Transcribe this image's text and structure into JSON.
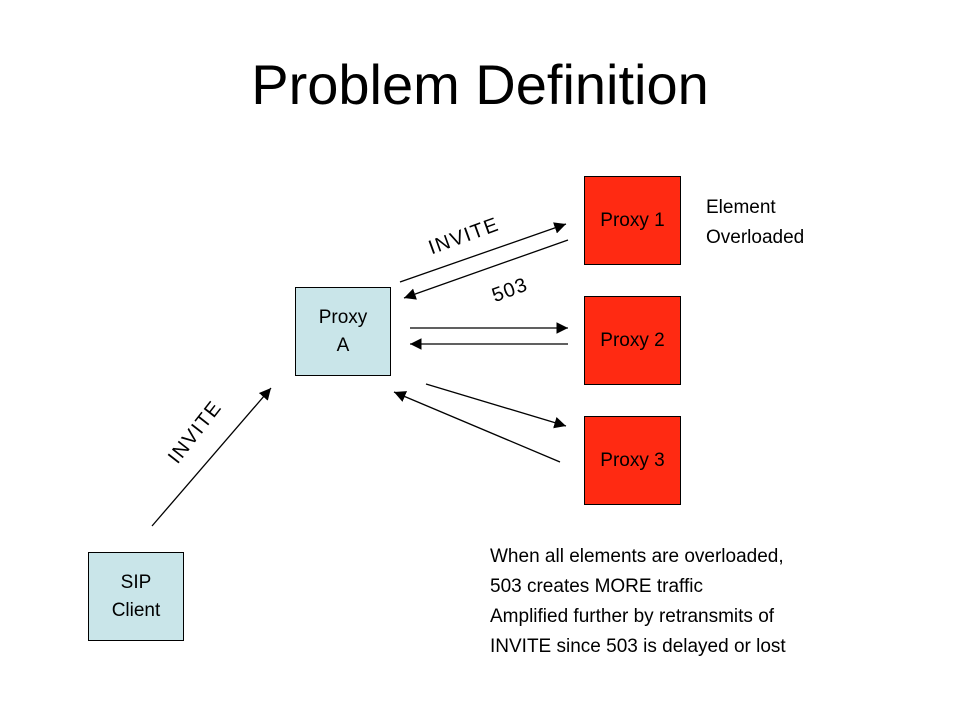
{
  "title": "Problem Definition",
  "nodes": {
    "sip_client": [
      "SIP",
      "Client"
    ],
    "proxy_a": [
      "Proxy",
      "A"
    ],
    "proxy_1": "Proxy 1",
    "proxy_2": "Proxy 2",
    "proxy_3": "Proxy 3"
  },
  "edge_labels": {
    "client_to_a": "INVITE",
    "a_to_proxy1": "INVITE",
    "proxy1_to_a": "503"
  },
  "annotation": [
    "Element",
    "Overloaded"
  ],
  "notes": [
    "When all elements are overloaded,",
    "503 creates MORE traffic",
    "Amplified further by retransmits of",
    "INVITE since 503 is delayed or lost"
  ],
  "colors": {
    "node_normal": "#c9e5e9",
    "node_overloaded": "#ff2a12"
  }
}
